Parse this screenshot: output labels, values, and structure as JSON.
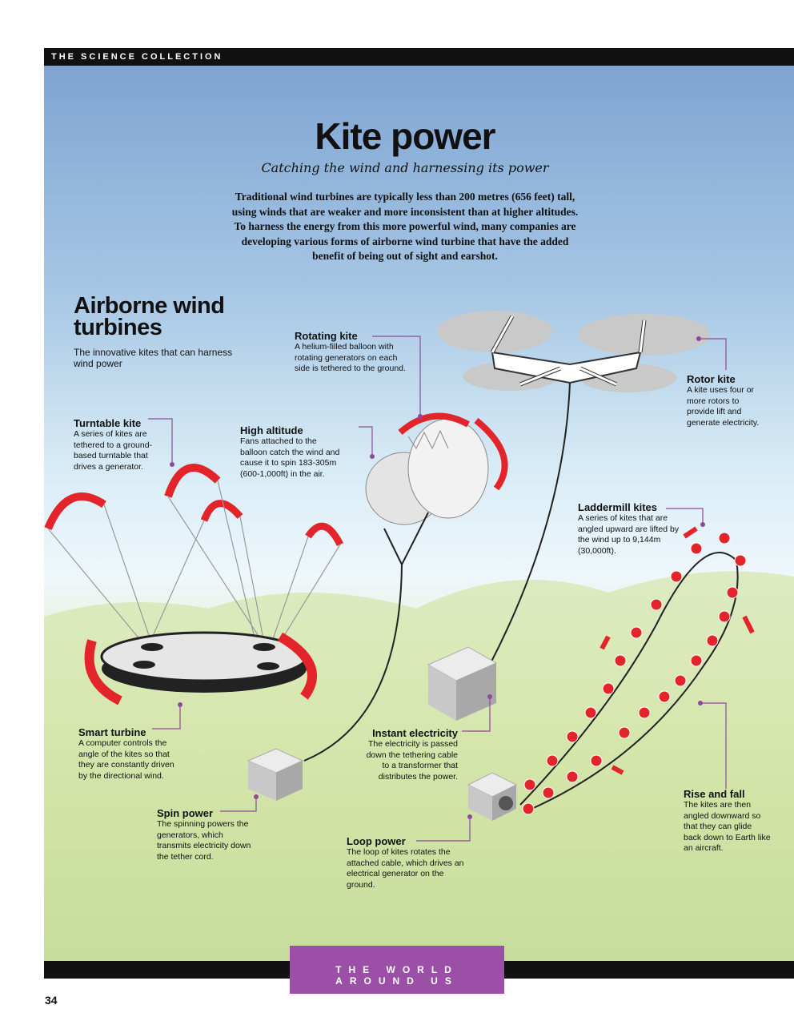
{
  "header": {
    "series": "THE SCIENCE COLLECTION"
  },
  "title": "Kite power",
  "subtitle": "Catching the wind and harnessing its power",
  "intro": "Traditional wind turbines are typically less than 200 metres (656 feet) tall, using winds that are weaker and more inconsistent than at higher altitudes. To harness the energy from this more powerful wind, many companies are developing various forms of airborne wind turbine that have the added benefit of being out of sight and earshot.",
  "section": {
    "title": "Airborne wind turbines",
    "subtitle": "The innovative kites that can harness wind power"
  },
  "labels": {
    "turntable": {
      "title": "Turntable kite",
      "text": "A series of kites are tethered to a ground-based turntable that drives a generator."
    },
    "rotating": {
      "title": "Rotating kite",
      "text": "A helium-filled balloon with rotating generators on each side is tethered to the ground."
    },
    "altitude": {
      "title": "High altitude",
      "text": "Fans attached to the balloon catch the wind and cause it to spin 183-305m (600-1,000ft) in the air."
    },
    "rotor": {
      "title": "Rotor kite",
      "text": "A kite uses four or more rotors to provide lift and generate electricity."
    },
    "laddermill": {
      "title": "Laddermill kites",
      "text": "A series of kites that are angled upward are lifted by the wind up to 9,144m (30,000ft)."
    },
    "smart": {
      "title": "Smart turbine",
      "text": "A computer controls the angle of the kites so that they are constantly driven by the directional wind."
    },
    "instant": {
      "title": "Instant electricity",
      "text": "The electricity is passed down the tethering cable to a transformer that distributes the power."
    },
    "spin": {
      "title": "Spin power",
      "text": "The spinning powers the generators, which transmits electricity down the tether cord."
    },
    "loop": {
      "title": "Loop power",
      "text": "The loop of kites rotates the attached cable, which drives an electrical generator on the ground."
    },
    "rise": {
      "title": "Rise and fall",
      "text": "The kites are then angled downward so that they can glide back down to Earth like an aircraft."
    }
  },
  "footer": {
    "section": "THE WORLD AROUND US",
    "page": "34"
  },
  "colors": {
    "accent": "#9b4fa6",
    "kite_red": "#e3242b",
    "leader_line": "#8e4a9a"
  }
}
